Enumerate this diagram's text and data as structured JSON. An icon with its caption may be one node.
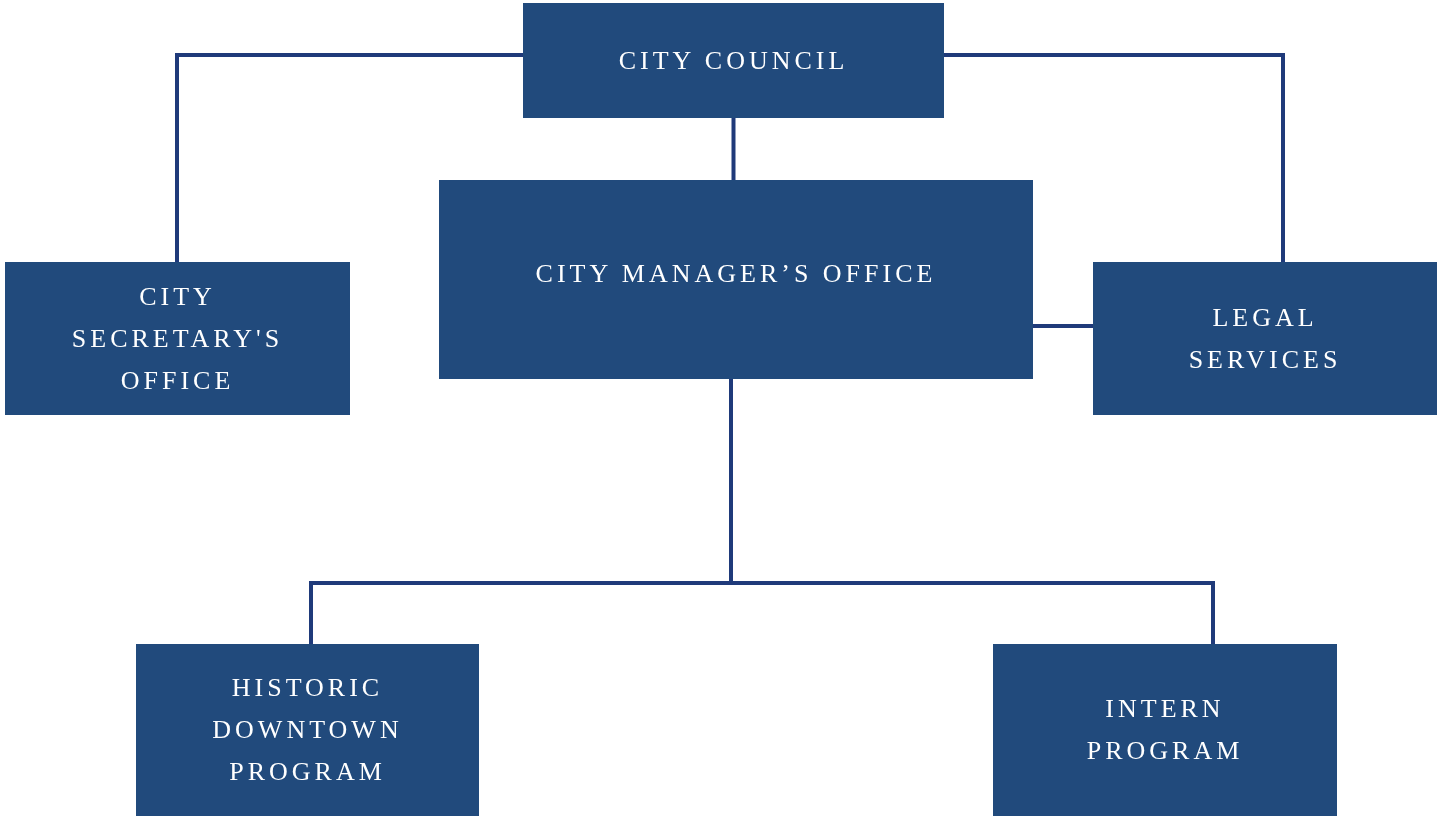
{
  "diagram": {
    "nodes": [
      {
        "text": [
          "CITY COUNCIL"
        ]
      },
      {
        "text": [
          "CITY SECRETARY'S OFFICE"
        ]
      },
      {
        "text": [
          "CITY MANAGER’S OFFICE"
        ]
      },
      {
        "text": [
          "LEGAL SERVICES"
        ]
      },
      {
        "text": [
          "HISTORIC DOWNTOWN PROGRAM"
        ]
      },
      {
        "text": [
          "INTERN PROGRAM"
        ]
      }
    ],
    "edges": [
      {
        "from": 0,
        "to": 1,
        "arrow": "none"
      },
      {
        "from": 0,
        "to": 2,
        "arrow": "none"
      },
      {
        "from": 0,
        "to": 3,
        "arrow": "none"
      },
      {
        "from": 2,
        "to": 3,
        "arrow": "none"
      },
      {
        "from": 2,
        "to": 4,
        "arrow": "none"
      },
      {
        "from": 2,
        "to": 5,
        "arrow": "none"
      }
    ]
  }
}
